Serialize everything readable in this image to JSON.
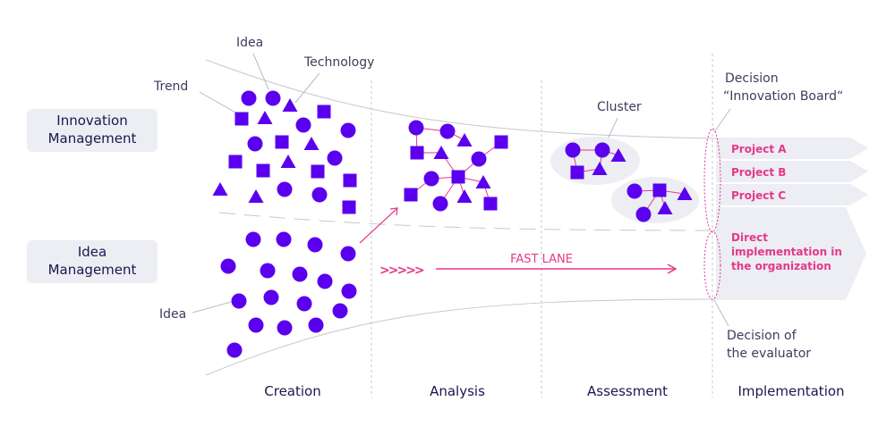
{
  "colors": {
    "shape": "#5a00ee",
    "accent": "#e5388a",
    "label_bg": "#eceef3",
    "text_dark": "#1b1650",
    "text_gray": "#3a3d5c",
    "guide": "#c8c8cc"
  },
  "rows": {
    "innovation": [
      "Innovation",
      "Management"
    ],
    "idea": [
      "Idea",
      "Management"
    ]
  },
  "callouts": {
    "trend": "Trend",
    "idea_top": "Idea",
    "technology": "Technology",
    "idea_bottom": "Idea",
    "cluster": "Cluster",
    "decision_board": [
      "Decision",
      "“Innovation Board“"
    ],
    "decision_evaluator": [
      "Decision of",
      "the evaluator"
    ]
  },
  "phases": [
    "Creation",
    "Analysis",
    "Assessment",
    "Implementation"
  ],
  "outcomes": {
    "projects": [
      "Project A",
      "Project B",
      "Project C"
    ],
    "direct": [
      "Direct",
      "implementation in",
      "the organization"
    ]
  },
  "fast_lane": {
    "label": "FAST LANE",
    "chevrons": ">>>>>"
  },
  "icons": {
    "idea": "circle",
    "technology": "triangle",
    "trend": "square"
  }
}
